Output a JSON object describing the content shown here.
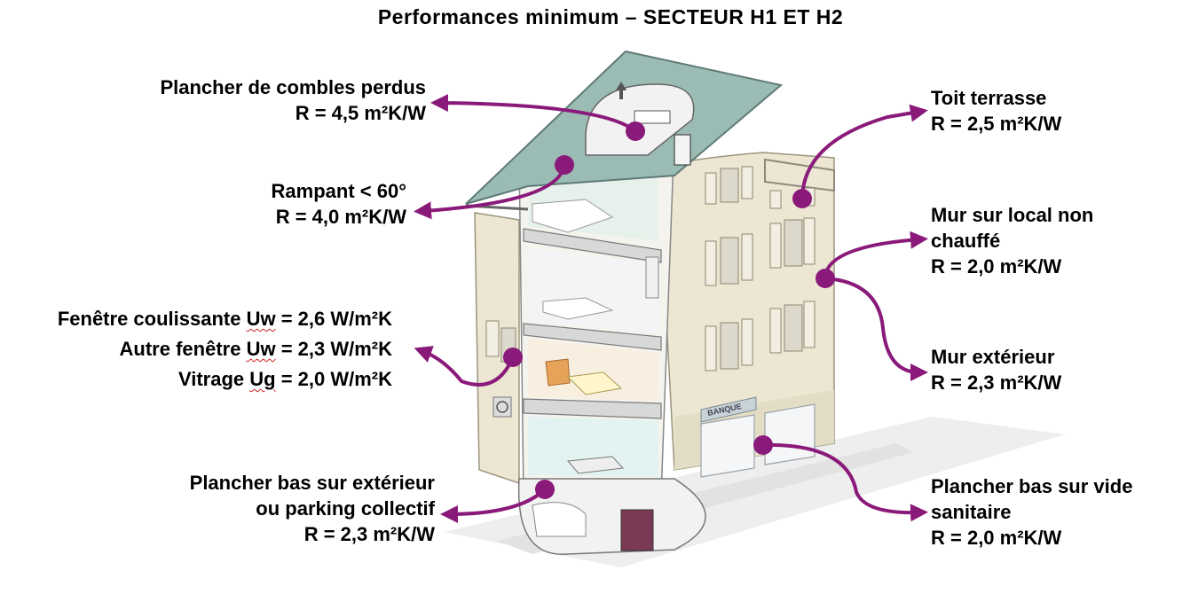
{
  "title": "Performances minimum – SECTEUR H1 ET H2",
  "colors": {
    "callout": "#8a1a7a",
    "facade": "#ece6d2",
    "roof": "#9bbcb4"
  },
  "labels": {
    "combles": {
      "line1": "Plancher de combles perdus",
      "line2": "R = 4,5 m²K/W"
    },
    "rampant": {
      "line1": "Rampant < 60°",
      "line2": "R = 4,0  m²K/W"
    },
    "fenetre": {
      "line1_prefix": "Fenêtre coulissante ",
      "line1_code": "Uw",
      "line1_suffix": " = 2,6 W/m²K",
      "line2_prefix": "Autre fenêtre ",
      "line2_code": "Uw",
      "line2_suffix": " = 2,3 W/m²K",
      "line3_prefix": "Vitrage ",
      "line3_code": "Ug",
      "line3_suffix": " = 2,0 W/m²K"
    },
    "plancher_ext": {
      "line1": "Plancher bas sur extérieur",
      "line2": "ou parking collectif",
      "line3": "R = 2,3 m²K/W"
    },
    "toit": {
      "line1": "Toit terrasse",
      "line2": "R = 2,5 m²K/W"
    },
    "mur_local": {
      "line1": "Mur sur local non",
      "line2": "chauffé",
      "line3": "R = 2,0 m²K/W"
    },
    "mur_ext": {
      "line1": "Mur extérieur",
      "line2": "R = 2,3 m²K/W"
    },
    "vide": {
      "line1": "Plancher bas sur vide",
      "line2": "sanitaire",
      "line3": "R = 2,0 m²K/W"
    }
  },
  "building": {
    "shop_sign": "BANQUE"
  }
}
